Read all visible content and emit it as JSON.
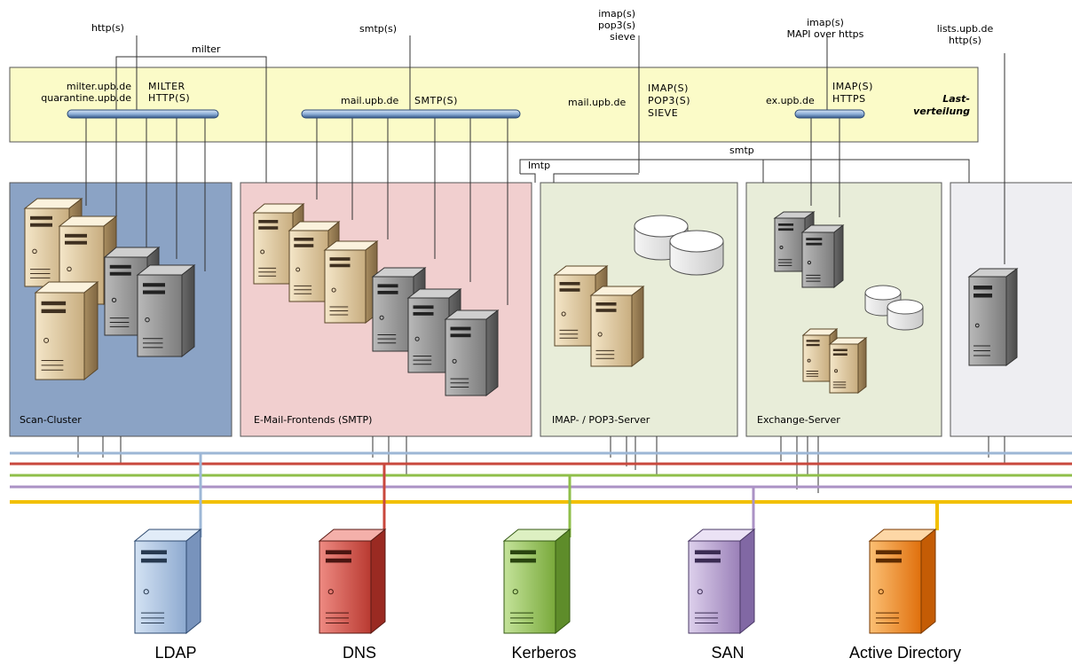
{
  "top_labels": {
    "http": "http(s)",
    "milter": "milter",
    "smtp": "smtp(s)",
    "imap": [
      "imap(s)",
      "pop3(s)",
      "sieve"
    ],
    "exchange": [
      "imap(s)",
      "MAPI over https"
    ],
    "lists": [
      "lists.upb.de",
      "http(s)"
    ]
  },
  "loadbalancer": {
    "title": [
      "Last-",
      "verteilung"
    ],
    "milter_hosts": [
      "milter.upb.de",
      "quarantine.upb.de"
    ],
    "milter_protocols": [
      "MILTER",
      "HTTP(S)"
    ],
    "mail_host": "mail.upb.de",
    "mail_protocol": "SMTP(S)",
    "imap_host": "mail.upb.de",
    "imap_protocols": [
      "IMAP(S)",
      "POP3(S)",
      "SIEVE"
    ],
    "ex_host": "ex.upb.de",
    "ex_protocols": [
      "IMAP(S)",
      "HTTPS"
    ]
  },
  "links": {
    "lmtp": "lmtp",
    "smtp": "smtp"
  },
  "clusters": {
    "scan": "Scan-Cluster",
    "frontends": "E-Mail-Frontends (SMTP)",
    "imap": "IMAP- / POP3-Server",
    "exchange": "Exchange-Server",
    "lists": ""
  },
  "services": [
    "LDAP",
    "DNS",
    "Kerberos",
    "SAN",
    "Active Directory"
  ],
  "colors": {
    "loadbalancer_bg": "#fbfbc8",
    "scan_bg": "#8aa3c5",
    "frontends_bg": "#f1cfcf",
    "imap_bg": "#e8edd9",
    "exchange_bg": "#e8edd9",
    "lists_bg": "#eeeef2",
    "bus_blue": "#9db7d6",
    "bus_red": "#c9483d",
    "bus_green": "#8fbf4a",
    "bus_purple": "#ab92c5",
    "bus_orange": "#f2c000",
    "ldap": "#a3bedd",
    "dns": "#d24a40",
    "kerberos": "#92c24f",
    "san": "#b19ac9",
    "ad": "#f08a1e"
  }
}
